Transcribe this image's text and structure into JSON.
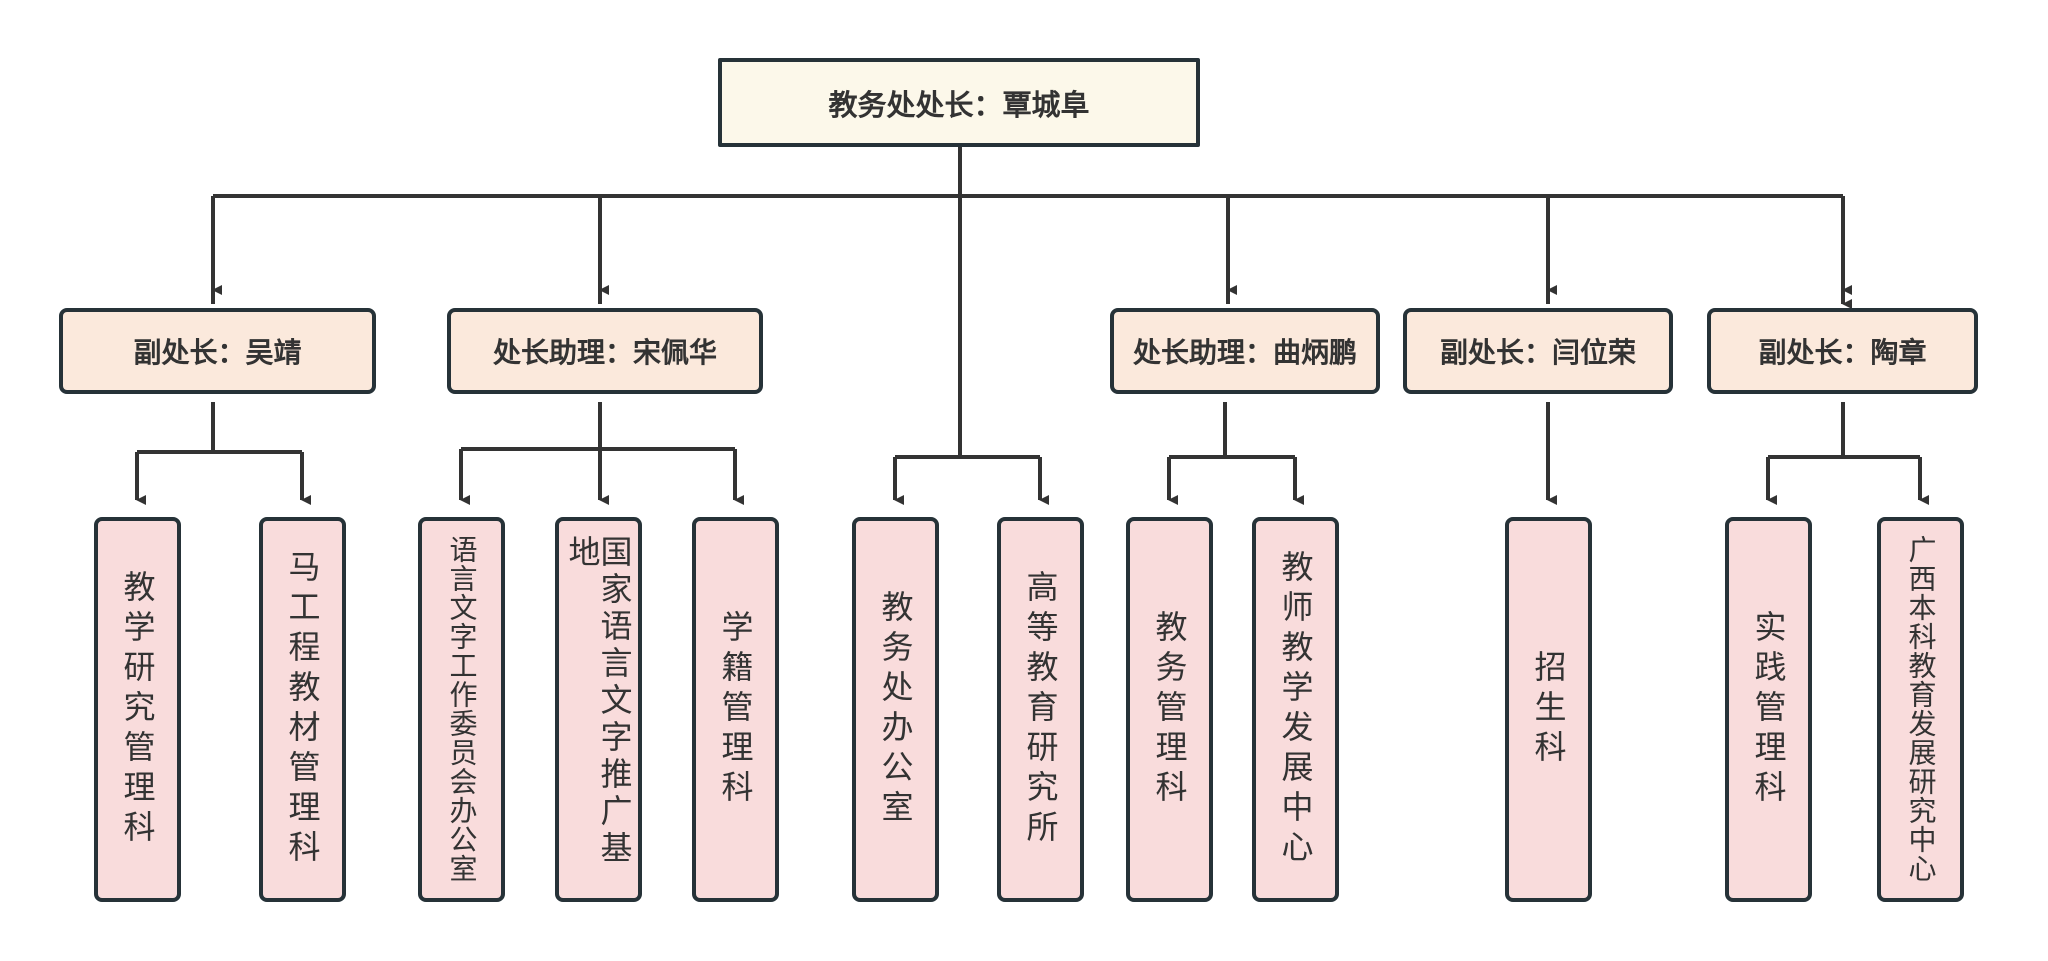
{
  "colors": {
    "top_fill": "#fcf8ea",
    "mid_fill": "#fbe9dc",
    "leaf_fill": "#f9dcdc",
    "border": "#263238",
    "line": "#333333"
  },
  "root": {
    "label": "教务处处长：覃城阜"
  },
  "managers": [
    {
      "label": "副处长：吴靖"
    },
    {
      "label": "处长助理：宋佩华"
    },
    {
      "label": "处长助理：曲炳鹏"
    },
    {
      "label": "副处长：闫位荣"
    },
    {
      "label": "副处长：陶章"
    }
  ],
  "units": [
    {
      "label": "教学研究管理科"
    },
    {
      "label": "马工程教材管理科"
    },
    {
      "label": "语言文字工作委员会办公室"
    },
    {
      "label": "国家语言文字推广基地"
    },
    {
      "label": "学籍管理科"
    },
    {
      "label": "教务处办公室"
    },
    {
      "label": "高等教育研究所"
    },
    {
      "label": "教务管理科"
    },
    {
      "label": "教师教学发展中心"
    },
    {
      "label": "招生科"
    },
    {
      "label": "实践管理科"
    },
    {
      "label": "广西本科教育发展研究中心"
    }
  ]
}
